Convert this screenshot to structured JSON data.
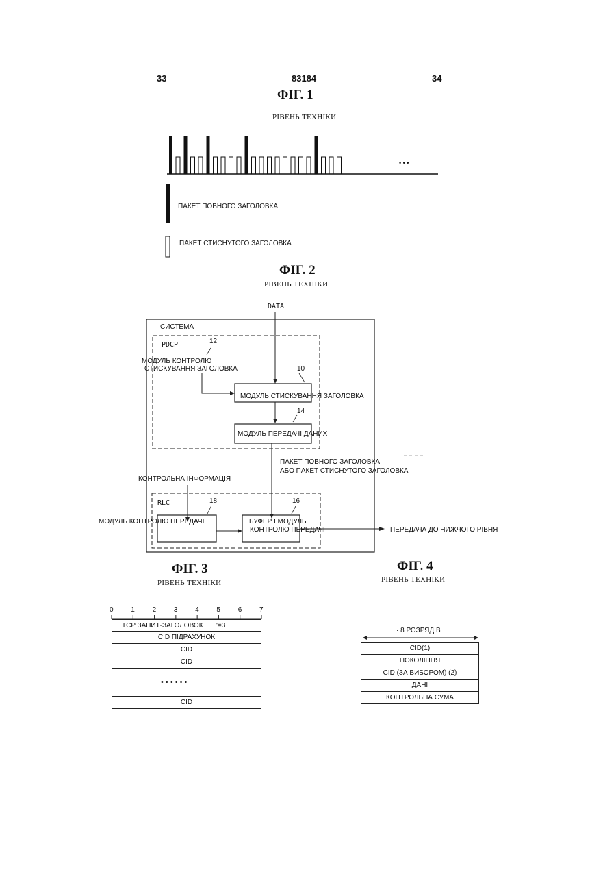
{
  "header": {
    "page_left": "33",
    "patent_number": "83184",
    "page_right": "34"
  },
  "fig1": {
    "title": "ФІГ. 1",
    "subtitle": "РІВЕНЬ ТЕХНІКИ",
    "ellipsis": "• • •",
    "legend_full": "ПАКЕТ ПОВНОГО ЗАГОЛОВКА",
    "legend_compressed": "ПАКЕТ СТИСНУТОГО ЗАГОЛОВКА"
  },
  "fig2": {
    "title": "ФІГ. 2",
    "subtitle": "РІВЕНЬ ТЕХНІКИ",
    "data_label": "DATA",
    "system_label": "СИСТЕМА",
    "pdcp_label": "PDCP",
    "ref_12": "12",
    "ctrl_module_line1": "МОДУЛЬ КОНТРОЛЮ",
    "ctrl_module_line2": "СТИСКУВАННЯ ЗАГОЛОВКА",
    "ref_10": "10",
    "compress_module": "МОДУЛЬ СТИСКУВАННЯ ЗАГОЛОВКА",
    "ref_14": "14",
    "transfer_module": "МОДУЛЬ ПЕРЕДАЧІ ДАНИХ",
    "packet_line1": "ПАКЕТ ПОВНОГО ЗАГОЛОВКА",
    "packet_line2": "АБО ПАКЕТ СТИСНУТОГО ЗАГОЛОВКА",
    "control_info": "КОНТРОЛЬНА ІНФОРМАЦІЯ",
    "rlc_label": "RLC",
    "ref_18": "18",
    "ref_16": "16",
    "tx_ctrl_module": "МОДУЛЬ КОНТРОЛЮ ПЕРЕДАЧІ",
    "buffer_line1": "БУФЕР І МОДУЛЬ",
    "buffer_line2": "КОНТРОЛЮ ПЕРЕДАЧІ",
    "lower_level": "ПЕРЕДАЧА ДО НИЖЧОГО РІВНЯ"
  },
  "fig3": {
    "title": "ФІГ. 3",
    "subtitle": "РІВЕНЬ ТЕХНІКИ",
    "bit_labels": [
      "0",
      "1",
      "2",
      "3",
      "4",
      "5",
      "6",
      "7"
    ],
    "row1_left": "TCP ЗАПИТ-ЗАГОЛОВОК",
    "row1_right": "'=3",
    "row2": "CID ПІДРАХУНОК",
    "row3": "CID",
    "row4": "CID",
    "dots": "• • • • • •",
    "row_last": "CID"
  },
  "fig4": {
    "title": "ФІГ. 4",
    "subtitle": "РІВЕНЬ ТЕХНІКИ",
    "width_label": "· 8 РОЗРЯДІВ",
    "rows": [
      "CID(1)",
      "ПОКОЛІННЯ",
      "CID (ЗА ВИБОРОМ) (2)",
      "ДАНІ",
      "КОНТРОЛЬНА СУМА"
    ]
  }
}
